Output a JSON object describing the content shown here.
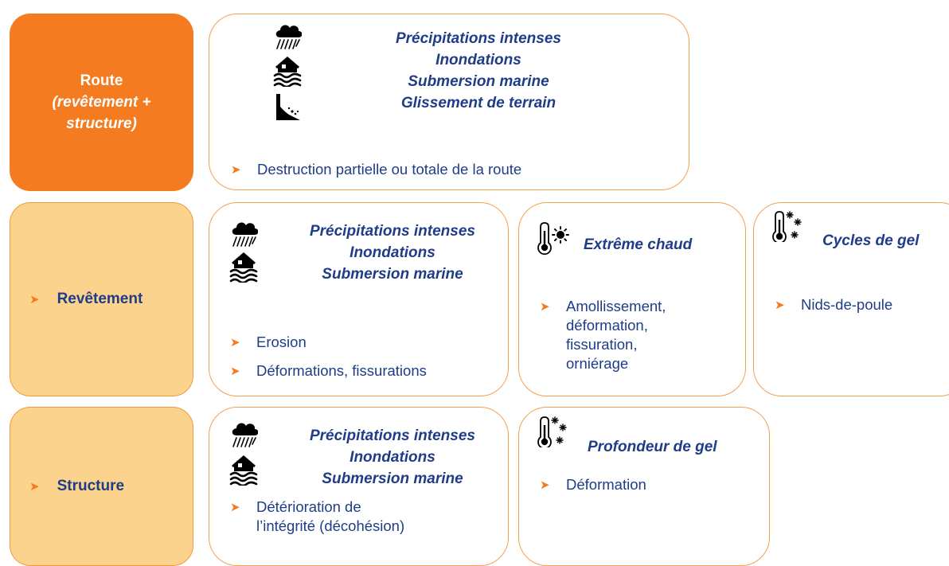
{
  "colors": {
    "accent": "#F47B20",
    "label_fill": "#FBD38D",
    "text_blue": "#1F3C88",
    "card_border": "#F2A054"
  },
  "route": {
    "label_line1": "Route",
    "label_line2": "(revêtement +",
    "label_line3": "structure)",
    "card": {
      "icons": [
        "rain-icon",
        "flood-icon",
        "landslide-icon"
      ],
      "hazards": [
        "Précipitations intenses",
        "Inondations",
        "Submersion marine",
        "Glissement de terrain"
      ],
      "effects": [
        "Destruction partielle ou totale de la route"
      ]
    }
  },
  "revetement": {
    "label": "Revêtement",
    "card_water": {
      "icons": [
        "rain-icon",
        "flood-icon"
      ],
      "hazards": [
        "Précipitations intenses",
        "Inondations",
        "Submersion marine"
      ],
      "effects": [
        "Erosion",
        "Déformations, fissurations"
      ]
    },
    "card_heat": {
      "icon": "thermometer-sun-icon",
      "hazard": "Extrême chaud",
      "effect_lines": [
        "Amollissement,",
        "déformation,",
        "fissuration,",
        "orniérage"
      ]
    },
    "card_frost": {
      "icon": "thermometer-snow-icon",
      "hazard": "Cycles de gel",
      "effects": [
        "Nids-de-poule"
      ]
    }
  },
  "structure": {
    "label": "Structure",
    "card_water": {
      "icons": [
        "rain-icon",
        "flood-icon"
      ],
      "hazards": [
        "Précipitations intenses",
        "Inondations",
        "Submersion marine"
      ],
      "effect_lines": [
        "Détérioration de",
        "l’intégrité (décohésion)"
      ]
    },
    "card_frost": {
      "icon": "thermometer-snow-icon",
      "hazard": "Profondeur de gel",
      "effects": [
        "Déformation"
      ]
    }
  },
  "bullet_glyph": "➤"
}
